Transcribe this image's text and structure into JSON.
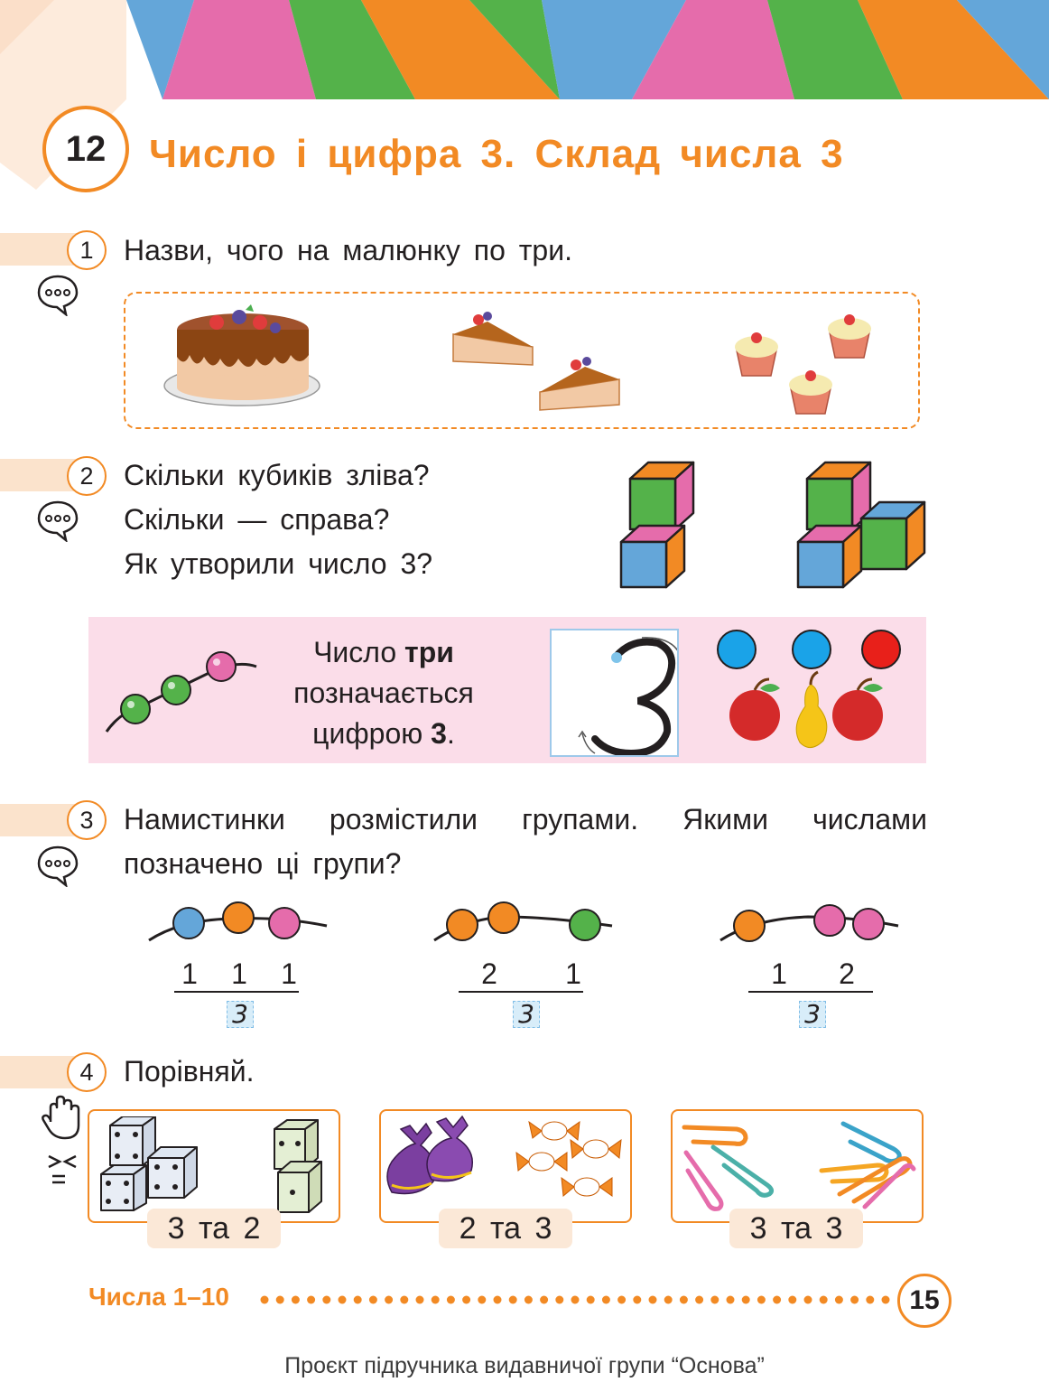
{
  "header": {
    "lesson_number": "12",
    "title": "Число і цифра 3. Склад числа 3"
  },
  "task1": {
    "number": "1",
    "text": "Назви, чого на малюнку по три."
  },
  "task2": {
    "number": "2",
    "lines": [
      "Скільки кубиків зліва?",
      "Скільки — справа?",
      "Як утворили число 3?"
    ]
  },
  "info": {
    "line1_plain": "Число ",
    "line1_bold": "три",
    "line2": "позначається",
    "line3_plain": "цифрою ",
    "line3_bold": "3",
    "line3_end": "."
  },
  "task3": {
    "number": "3",
    "text": "Намистинки розмістили групами. Якими числами позначено ці групи?",
    "groups": [
      {
        "parts": [
          "1",
          "1",
          "1"
        ],
        "answer": "3"
      },
      {
        "parts": [
          "2",
          "1"
        ],
        "answer": "3"
      },
      {
        "parts": [
          "1",
          "2"
        ],
        "answer": "3"
      }
    ]
  },
  "task4": {
    "number": "4",
    "text": "Порівняй.",
    "compare_labels": [
      "3 та 2",
      "2 та 3",
      "3 та 3"
    ]
  },
  "footer": {
    "section": "Числа 1–10",
    "page": "15",
    "note": "Проєкт підручника видавничої групи “Основа”"
  },
  "colors": {
    "accent": "#f28a24",
    "pink": "#e56cab",
    "green": "#54b24a",
    "blue": "#64a6d9",
    "info_bg": "#fbdde9"
  }
}
